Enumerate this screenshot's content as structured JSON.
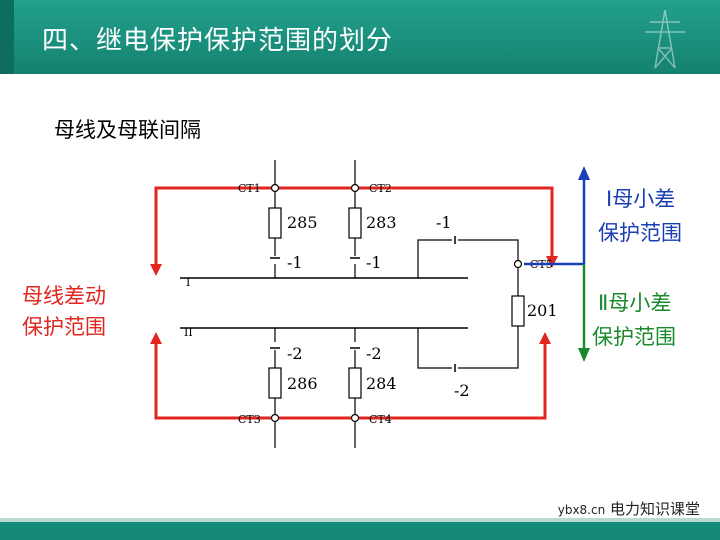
{
  "header": {
    "title": "四、继电保护保护范围的划分"
  },
  "subtitle": "母线及母联间隔",
  "diagram": {
    "bus1_label": "I",
    "bus2_label": "II",
    "ct_labels": [
      "CT1",
      "CT2",
      "CT3",
      "CT4",
      "CT5"
    ],
    "feeder_upper": [
      "285",
      "283"
    ],
    "feeder_lower": [
      "286",
      "284"
    ],
    "switch_upper": [
      "-1",
      "-1"
    ],
    "switch_lower": [
      "-2",
      "-2"
    ],
    "coupler_breaker": "201",
    "coupler_switch_upper": "-1",
    "coupler_switch_lower": "-2"
  },
  "zones": {
    "bus_diff_line1": "母线差动",
    "bus_diff_line2": "保护范围",
    "zone1_line1": "Ⅰ母小差",
    "zone1_line2": "保护范围",
    "zone2_line1": "Ⅱ母小差",
    "zone2_line2": "保护范围"
  },
  "colors": {
    "red": "#e0261e",
    "blue": "#1a3fb4",
    "green": "#1a8a2e",
    "header": "#1a9682"
  },
  "watermark": {
    "site": "ybx8.cn",
    "brand": "电力知识课堂"
  }
}
